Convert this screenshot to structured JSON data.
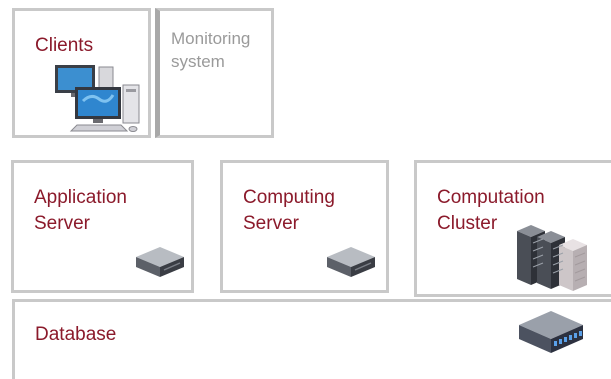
{
  "colors": {
    "label": "#8b1a2b",
    "muted": "#9a9a9a",
    "border": "#c9c9c9"
  },
  "boxes": {
    "clients": {
      "label": "Clients",
      "icon": "client-computers-icon"
    },
    "monitoring": {
      "label": "Monitoring\nsystem"
    },
    "appserver": {
      "label": "Application\nServer",
      "icon": "server-icon"
    },
    "compserver": {
      "label": "Computing\nServer",
      "icon": "server-icon"
    },
    "compcluster": {
      "label": "Computation\nCluster",
      "icon": "server-rack-icon"
    },
    "database": {
      "label": "Database",
      "icon": "storage-array-icon"
    }
  }
}
